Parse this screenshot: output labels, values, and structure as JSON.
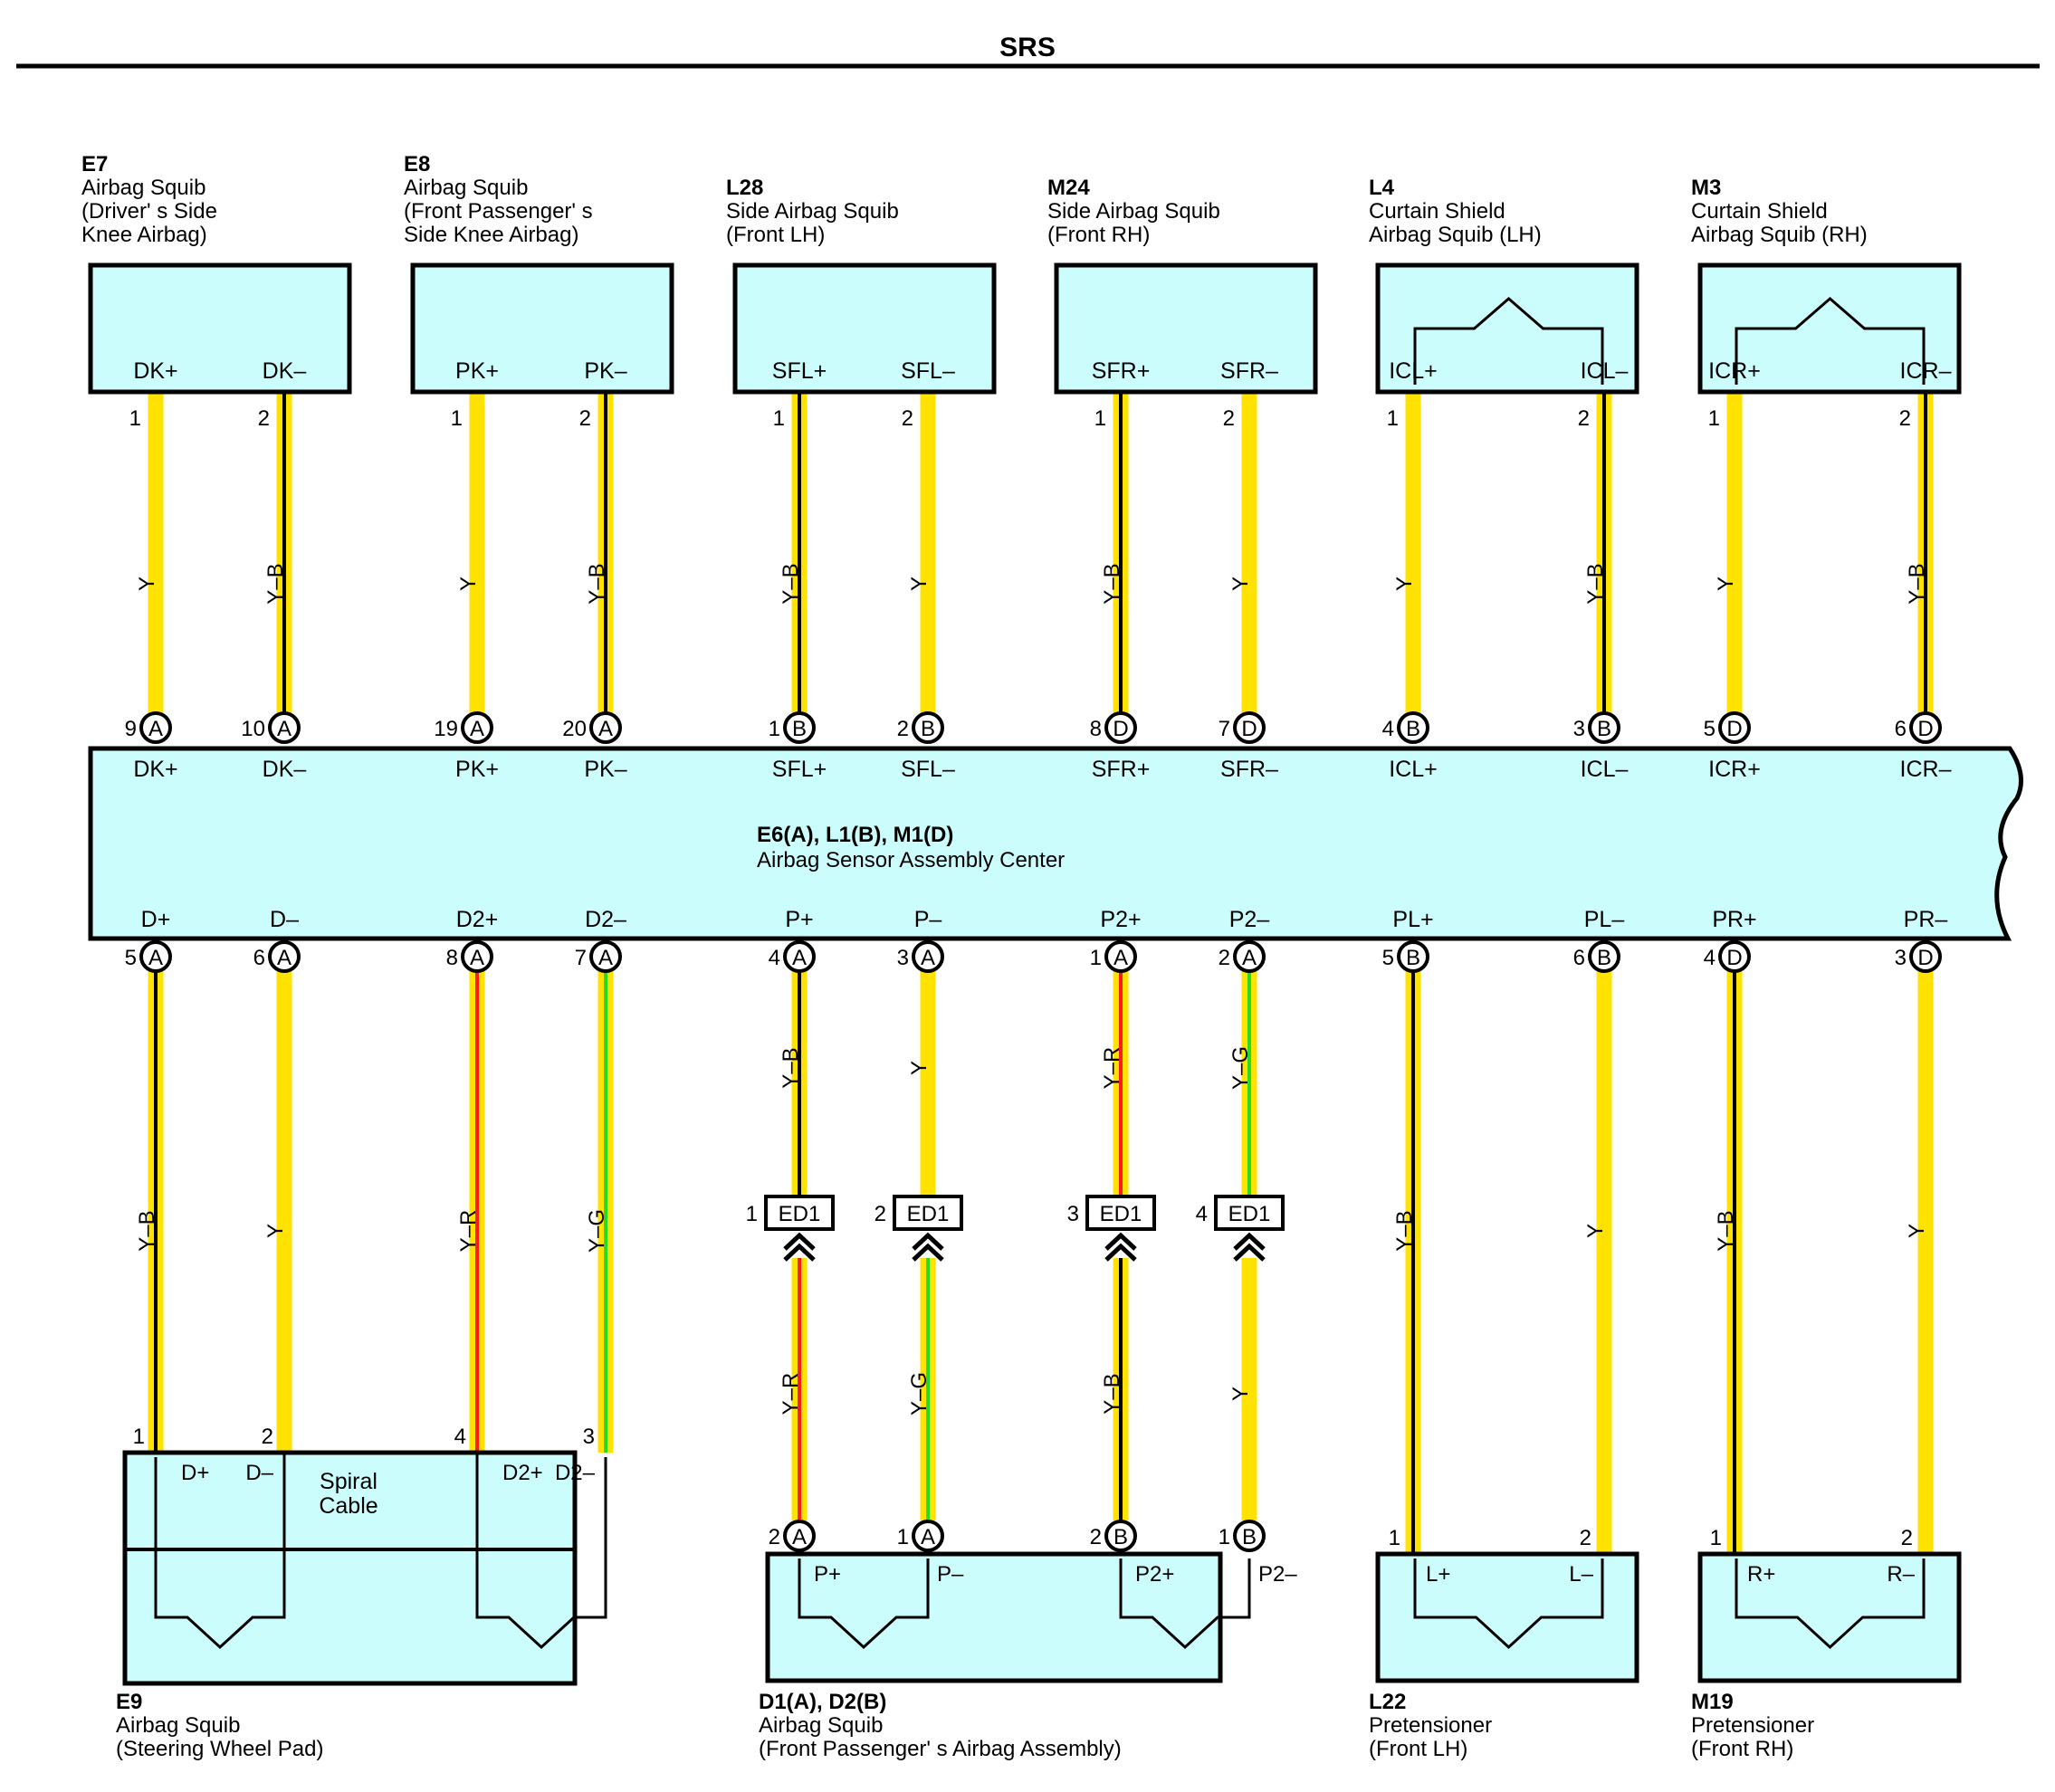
{
  "page": {
    "title": "SRS"
  },
  "colors": {
    "yellow": "#ffe200",
    "black": "#000000",
    "red": "#ff1a1a",
    "green": "#22dd22",
    "box_fill": "#ccfdfd",
    "box_stroke": "#000000"
  },
  "top_components": [
    {
      "id": "E7",
      "lines": [
        "Airbag Squib",
        "(Driver' s Side",
        " Knee Airbag)"
      ],
      "pins": [
        "DK+",
        "DK–"
      ],
      "pin_numbers": [
        "1",
        "2"
      ],
      "icon": "none"
    },
    {
      "id": "E8",
      "lines": [
        "Airbag Squib",
        "(Front Passenger' s",
        " Side Knee Airbag)"
      ],
      "pins": [
        "PK+",
        "PK–"
      ],
      "pin_numbers": [
        "1",
        "2"
      ],
      "icon": "none"
    },
    {
      "id": "L28",
      "lines": [
        "Side Airbag Squib",
        "(Front LH)"
      ],
      "pins": [
        "SFL+",
        "SFL–"
      ],
      "pin_numbers": [
        "1",
        "2"
      ],
      "icon": "none"
    },
    {
      "id": "M24",
      "lines": [
        "Side Airbag Squib",
        "(Front RH)"
      ],
      "pins": [
        "SFR+",
        "SFR–"
      ],
      "pin_numbers": [
        "1",
        "2"
      ],
      "icon": "none"
    },
    {
      "id": "L4",
      "lines": [
        "Curtain Shield",
        "Airbag Squib (LH)"
      ],
      "pins": [
        "ICL+",
        "ICL–"
      ],
      "pin_numbers": [
        "1",
        "2"
      ],
      "icon": "squib-roof"
    },
    {
      "id": "M3",
      "lines": [
        "Curtain Shield",
        "Airbag Squib (RH)"
      ],
      "pins": [
        "ICR+",
        "ICR–"
      ],
      "pin_numbers": [
        "1",
        "2"
      ],
      "icon": "squib-roof"
    }
  ],
  "sensor": {
    "id": "E6(A), L1(B), M1(D)",
    "name": "Airbag Sensor Assembly Center",
    "top_terminals": [
      {
        "pin": "DK+",
        "num": "9",
        "conn": "A"
      },
      {
        "pin": "DK–",
        "num": "10",
        "conn": "A"
      },
      {
        "pin": "PK+",
        "num": "19",
        "conn": "A"
      },
      {
        "pin": "PK–",
        "num": "20",
        "conn": "A"
      },
      {
        "pin": "SFL+",
        "num": "1",
        "conn": "B"
      },
      {
        "pin": "SFL–",
        "num": "2",
        "conn": "B"
      },
      {
        "pin": "SFR+",
        "num": "8",
        "conn": "D"
      },
      {
        "pin": "SFR–",
        "num": "7",
        "conn": "D"
      },
      {
        "pin": "ICL+",
        "num": "4",
        "conn": "B"
      },
      {
        "pin": "ICL–",
        "num": "3",
        "conn": "B"
      },
      {
        "pin": "ICR+",
        "num": "5",
        "conn": "D"
      },
      {
        "pin": "ICR–",
        "num": "6",
        "conn": "D"
      }
    ],
    "bottom_terminals": [
      {
        "pin": "D+",
        "num": "5",
        "conn": "A"
      },
      {
        "pin": "D–",
        "num": "6",
        "conn": "A"
      },
      {
        "pin": "D2+",
        "num": "8",
        "conn": "A"
      },
      {
        "pin": "D2–",
        "num": "7",
        "conn": "A"
      },
      {
        "pin": "P+",
        "num": "4",
        "conn": "A"
      },
      {
        "pin": "P–",
        "num": "3",
        "conn": "A"
      },
      {
        "pin": "P2+",
        "num": "1",
        "conn": "A"
      },
      {
        "pin": "P2–",
        "num": "2",
        "conn": "A"
      },
      {
        "pin": "PL+",
        "num": "5",
        "conn": "B"
      },
      {
        "pin": "PL–",
        "num": "6",
        "conn": "B"
      },
      {
        "pin": "PR+",
        "num": "4",
        "conn": "D"
      },
      {
        "pin": "PR–",
        "num": "3",
        "conn": "D"
      }
    ]
  },
  "top_wires": [
    "Y",
    "Y–B",
    "Y",
    "Y–B",
    "Y–B",
    "Y",
    "Y–B",
    "Y",
    "Y",
    "Y–B",
    "Y",
    "Y–B"
  ],
  "bottom_wires_upper": [
    "Y–B",
    "Y",
    "Y–R",
    "Y–G",
    "Y–B",
    "Y",
    "Y–R",
    "Y–G",
    "Y–B",
    "Y",
    "Y–B",
    "Y"
  ],
  "junction": {
    "label": "ED1",
    "numbers": [
      "1",
      "2",
      "3",
      "4"
    ]
  },
  "passenger_lower_wires": [
    "Y–R",
    "Y–G",
    "Y–B",
    "Y"
  ],
  "bottom_components": [
    {
      "id": "E9",
      "lines": [
        "Airbag Squib",
        "(Steering Wheel Pad)"
      ],
      "pins": [
        "D+",
        "D–",
        "D2+",
        "D2–"
      ],
      "pin_numbers": [
        "1",
        "2",
        "4",
        "3"
      ],
      "inner_label": [
        "Spiral",
        "Cable"
      ]
    },
    {
      "id": "D1(A), D2(B)",
      "lines": [
        "Airbag Squib",
        "(Front Passenger' s Airbag Assembly)"
      ],
      "pins": [
        "P+",
        "P–",
        "P2+",
        "P2–"
      ],
      "terminals": [
        {
          "num": "2",
          "conn": "A"
        },
        {
          "num": "1",
          "conn": "A"
        },
        {
          "num": "2",
          "conn": "B"
        },
        {
          "num": "1",
          "conn": "B"
        }
      ]
    },
    {
      "id": "L22",
      "lines": [
        "Pretensioner",
        "(Front LH)"
      ],
      "pins": [
        "L+",
        "L–"
      ],
      "pin_numbers": [
        "1",
        "2"
      ]
    },
    {
      "id": "M19",
      "lines": [
        "Pretensioner",
        "(Front RH)"
      ],
      "pins": [
        "R+",
        "R–"
      ],
      "pin_numbers": [
        "1",
        "2"
      ]
    }
  ]
}
